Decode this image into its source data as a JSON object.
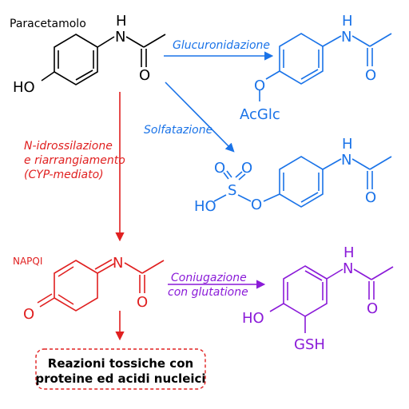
{
  "colors": {
    "black": "#000000",
    "blue": "#1a73e8",
    "red": "#e02020",
    "purple": "#8a1ad8"
  },
  "molecules": {
    "paracetamol": {
      "name": "Paracetamolo",
      "n": "N",
      "h": "H",
      "o": "O",
      "ho": "HO"
    },
    "glucuronide": {
      "n": "N",
      "h": "H",
      "o_carbonyl": "O",
      "o_ether": "O",
      "group": "AcGlc"
    },
    "sulfate": {
      "n": "N",
      "h": "H",
      "o_carbonyl": "O",
      "o_ether": "O",
      "s": "S",
      "o1": "O",
      "o2": "O",
      "ho": "HO"
    },
    "napqi": {
      "name": "NAPQI",
      "n": "N",
      "o_carbonyl": "O",
      "o_quinone": "O"
    },
    "gsh_conjugate": {
      "n": "N",
      "h": "H",
      "o_carbonyl": "O",
      "ho": "HO",
      "gsh": "GSH"
    }
  },
  "reactions": {
    "glucuronidation": "Glucuronidazione",
    "sulfation": "Solfatazione",
    "n_hydroxylation": [
      "N-idrossilazione",
      "e riarrangiamento",
      "(CYP-mediato)"
    ],
    "glutathione": [
      "Coniugazione",
      "con glutatione"
    ]
  },
  "outcome": [
    "Reazioni tossiche con",
    "proteine ed acidi nucleici"
  ]
}
